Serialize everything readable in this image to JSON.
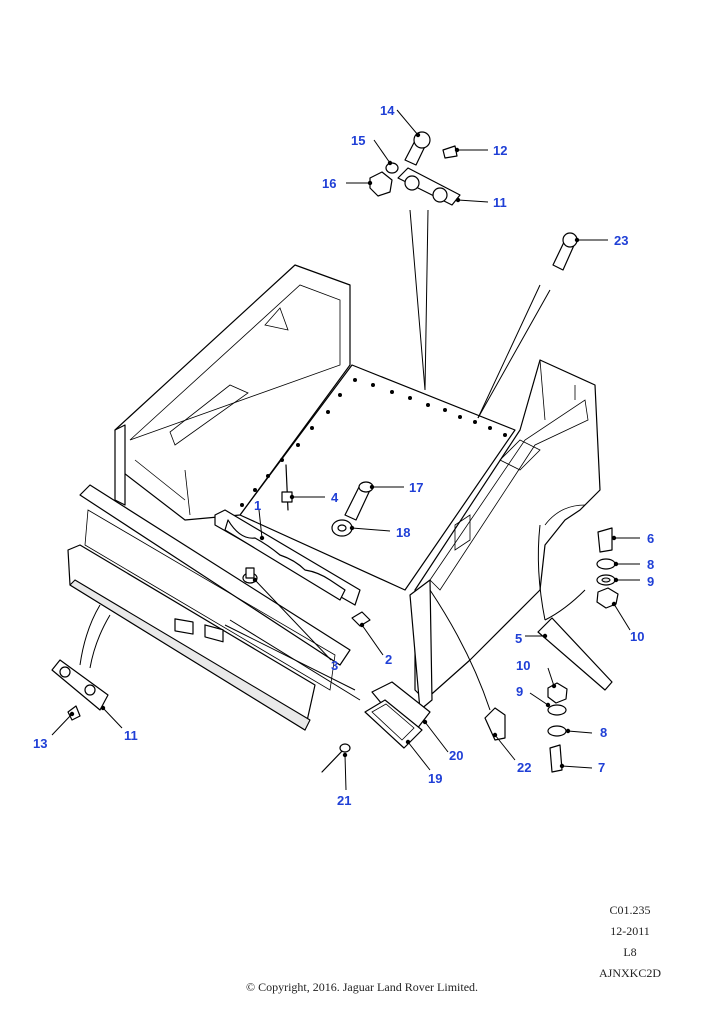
{
  "callouts": [
    "1",
    "2",
    "3",
    "4",
    "5",
    "6",
    "7",
    "8",
    "9",
    "10",
    "11",
    "12",
    "13",
    "14",
    "15",
    "16",
    "17",
    "18",
    "19",
    "20",
    "21",
    "22",
    "23"
  ],
  "callout_labels": {
    "c14": "14",
    "c15": "15",
    "c16": "16",
    "c12": "12",
    "c11a": "11",
    "c23": "23",
    "c1": "1",
    "c4": "4",
    "c17": "17",
    "c18": "18",
    "c6": "6",
    "c8a": "8",
    "c9a": "9",
    "c10a": "10",
    "c5": "5",
    "c2": "2",
    "c3": "3",
    "c10b": "10",
    "c9b": "9",
    "c8b": "8",
    "c7": "7",
    "c22": "22",
    "c20": "20",
    "c19": "19",
    "c21": "21",
    "c13": "13",
    "c11b": "11"
  },
  "info": {
    "figure_ref": "C01.235",
    "date": "12-2011",
    "level": "L8",
    "part_code": "AJNXKC2D"
  },
  "copyright": "© Copyright, 2016. Jaguar Land Rover Limited.",
  "colors": {
    "callout": "#1f3fd6",
    "line": "#000000",
    "background": "#ffffff"
  }
}
